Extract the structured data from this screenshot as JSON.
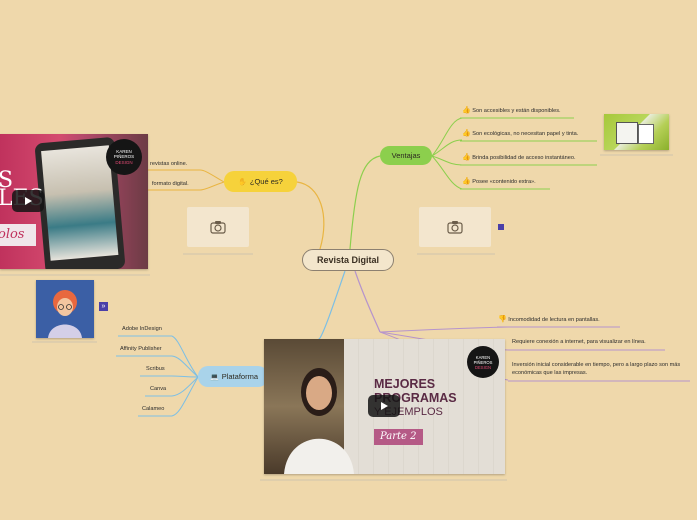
{
  "central": {
    "label": "Revista Digital"
  },
  "que_es": {
    "label": "¿Qué es?",
    "icon": "hand-emoji-icon",
    "items": [
      "revistas online.",
      "formato digital."
    ]
  },
  "ventajas": {
    "label": "Ventajas",
    "items": [
      "Son accesibles y están disponibles.",
      "Son ecológicas, no necesitan papel y tinta.",
      "Brinda posibilidad de acceso instantáneo.",
      "Posee «contenido extra»."
    ]
  },
  "desventajas": {
    "items": [
      "Incomodidad de lectura en pantallas.",
      "Requiere conexión a internet, para visualizar en línea.",
      "Inversión inicial considerable en tiempo, pero a largo plazo son más económicas que las impresas."
    ]
  },
  "plataformas": {
    "label": "Plataforma",
    "items": [
      "Adobe InDesign",
      "Affinity Publisher",
      "Scribus",
      "Canva",
      "Calameo"
    ]
  },
  "video_left": {
    "brand": [
      "KAREN",
      "PIÑEROS",
      "DESIGN"
    ],
    "overlay": [
      "S",
      "LES",
      "olos"
    ]
  },
  "video_bottom": {
    "brand": [
      "KAREN",
      "PIÑEROS",
      "DESIGN"
    ],
    "title_lines": [
      "MEJORES",
      "PROGRAMAS",
      "Y EJEMPLOS"
    ],
    "part": "Parte 2"
  },
  "colors": {
    "background": "#efd8ab",
    "green": "#8ccf4d",
    "yellow": "#f6d23b",
    "blue": "#7cbfe5",
    "purple": "#b694cc",
    "orange_branch": "#e9b542"
  }
}
